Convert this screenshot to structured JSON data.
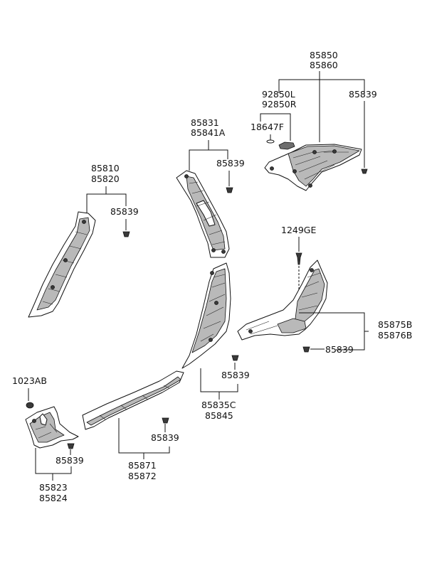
{
  "labels": {
    "p85850": "85850",
    "p85860": "85860",
    "p92850L": "92850L",
    "p92850R": "92850R",
    "p85839_top": "85839",
    "p18647F": "18647F",
    "p85831": "85831",
    "p85841A": "85841A",
    "p85839_b": "85839",
    "p85810": "85810",
    "p85820": "85820",
    "p85839_a": "85839",
    "p1249GE": "1249GE",
    "p85875B": "85875B",
    "p85876B": "85876B",
    "p85839_c": "85839",
    "p1023AB": "1023AB",
    "p85839_d": "85839",
    "p85835C": "85835C",
    "p85845": "85845",
    "p85839_e": "85839",
    "p85871": "85871",
    "p85872": "85872",
    "p85839_f": "85839",
    "p85823": "85823",
    "p85824": "85824"
  }
}
